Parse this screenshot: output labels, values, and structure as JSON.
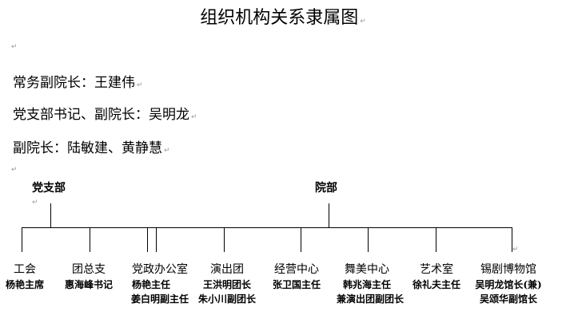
{
  "title": "组织机构关系隶属图",
  "paragraph_mark": "↵",
  "leaders": [
    {
      "role": "常务副院长：",
      "names": "王建伟"
    },
    {
      "role": "党支部书记、副院长：",
      "names": "吴明龙"
    },
    {
      "role": "副院长：",
      "names": "陆敏建、黄静慧"
    }
  ],
  "branches": {
    "party": "党支部",
    "academy": "院部"
  },
  "departments": [
    {
      "name": "工会",
      "members": [
        "杨艳主席"
      ]
    },
    {
      "name": "团总支",
      "members": [
        "惠海峰书记"
      ]
    },
    {
      "name": "党政办公室",
      "members": [
        "杨艳主任",
        "姜白明副主任"
      ]
    },
    {
      "name": "演出团",
      "members": [
        "王洪明团长",
        "朱小川副团长"
      ]
    },
    {
      "name": "经营中心",
      "members": [
        "张卫国主任"
      ]
    },
    {
      "name": "舞美中心",
      "members": [
        "韩兆海主任",
        "兼演出团副团长"
      ]
    },
    {
      "name": "艺术室",
      "members": [
        "徐礼夫主任"
      ]
    },
    {
      "name": "锡剧博物馆",
      "members": [
        "吴明龙馆长(兼)",
        "吴颂华副馆长"
      ]
    }
  ]
}
